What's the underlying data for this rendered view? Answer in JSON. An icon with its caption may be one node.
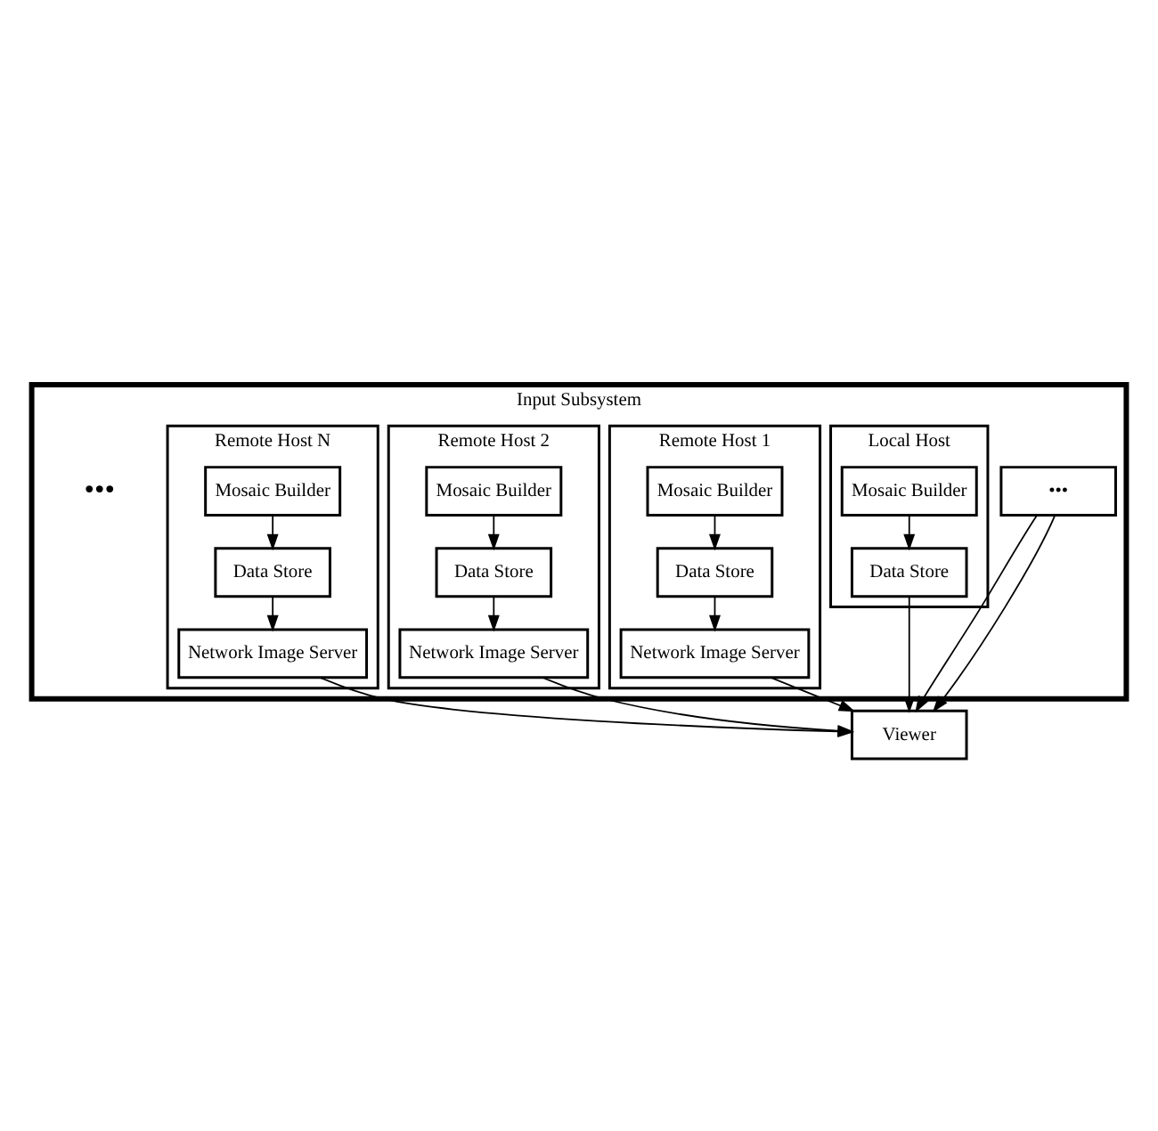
{
  "diagram": {
    "nodes": [
      {
        "text": [
          "Input Subsystem"
        ]
      },
      {
        "text": [
          "Local Host"
        ],
        "in": 0
      },
      {
        "text": [
          "Mosaic Builder"
        ],
        "in": 1
      },
      {
        "text": [
          "Data Store"
        ],
        "in": 1
      },
      {
        "text": [
          "Remote Host 1"
        ],
        "in": 0
      },
      {
        "text": [
          "Mosaic Builder"
        ],
        "in": 4
      },
      {
        "text": [
          "Data Store"
        ],
        "in": 4
      },
      {
        "text": [
          "Network Image Server"
        ],
        "in": 4
      },
      {
        "text": [
          "Remote Host 2"
        ],
        "in": 0
      },
      {
        "text": [
          "Mosaic Builder"
        ],
        "in": 8
      },
      {
        "text": [
          "Data Store"
        ],
        "in": 8
      },
      {
        "text": [
          "Network Image Server"
        ],
        "in": 8
      },
      {
        "text": [
          "•••"
        ],
        "in": 0
      },
      {
        "text": [
          "Remote Host N"
        ],
        "in": 0
      },
      {
        "text": [
          "Mosaic Builder"
        ],
        "in": 13
      },
      {
        "text": [
          "Data Store"
        ],
        "in": 13
      },
      {
        "text": [
          "Network Image Server"
        ],
        "in": 13
      },
      {
        "text": [
          "Viewer"
        ]
      }
    ],
    "edges": [
      {
        "from": 2,
        "to": 3,
        "arrow": "to"
      },
      {
        "from": 5,
        "to": 6,
        "arrow": "to"
      },
      {
        "from": 6,
        "to": 7,
        "arrow": "to"
      },
      {
        "from": 9,
        "to": 10,
        "arrow": "to"
      },
      {
        "from": 10,
        "to": 11,
        "arrow": "to"
      },
      {
        "from": 14,
        "to": 15,
        "arrow": "to"
      },
      {
        "from": 15,
        "to": 16,
        "arrow": "to"
      },
      {
        "from": 3,
        "to": 17,
        "arrow": "to"
      },
      {
        "from": 7,
        "to": 17,
        "arrow": "to"
      },
      {
        "from": 11,
        "to": 17,
        "arrow": "to"
      },
      {
        "from": 12,
        "to": 17,
        "arrow": "to"
      },
      {
        "from": 12,
        "to": 17,
        "arrow": "to"
      },
      {
        "from": 16,
        "to": 17,
        "arrow": "to"
      }
    ],
    "labels": [
      "•••"
    ]
  }
}
